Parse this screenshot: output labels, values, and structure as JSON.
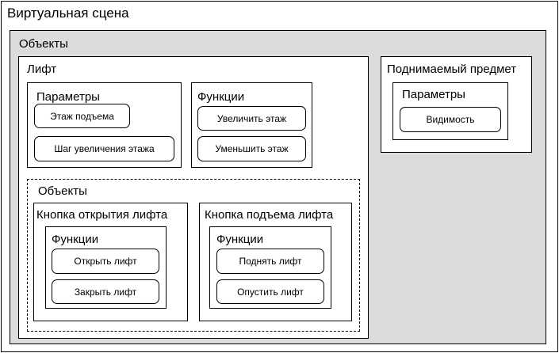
{
  "scene": {
    "title": "Виртуальная сцена",
    "objects": {
      "title": "Объекты",
      "elevator": {
        "title": "Лифт",
        "parameters": {
          "title": "Параметры",
          "items": [
            "Этаж подъема",
            "Шаг увеличения этажа"
          ]
        },
        "functions": {
          "title": "Функции",
          "items": [
            "Увеличить этаж",
            "Уменьшить этаж"
          ]
        },
        "objects": {
          "title": "Объекты",
          "open_button": {
            "title": "Кнопка открытия лифта",
            "functions": {
              "title": "Функции",
              "items": [
                "Открыть лифт",
                "Закрыть лифт"
              ]
            }
          },
          "lift_button": {
            "title": "Кнопка подъема лифта",
            "functions": {
              "title": "Функции",
              "items": [
                "Поднять лифт",
                "Опустить лифт"
              ]
            }
          }
        }
      },
      "lifted_item": {
        "title": "Поднимаемый предмет",
        "parameters": {
          "title": "Параметры",
          "items": [
            "Видимость"
          ]
        }
      }
    }
  },
  "colors": {
    "objects_area_bg": "#dcdcdc",
    "box_bg": "#ffffff",
    "stroke": "#000000"
  }
}
